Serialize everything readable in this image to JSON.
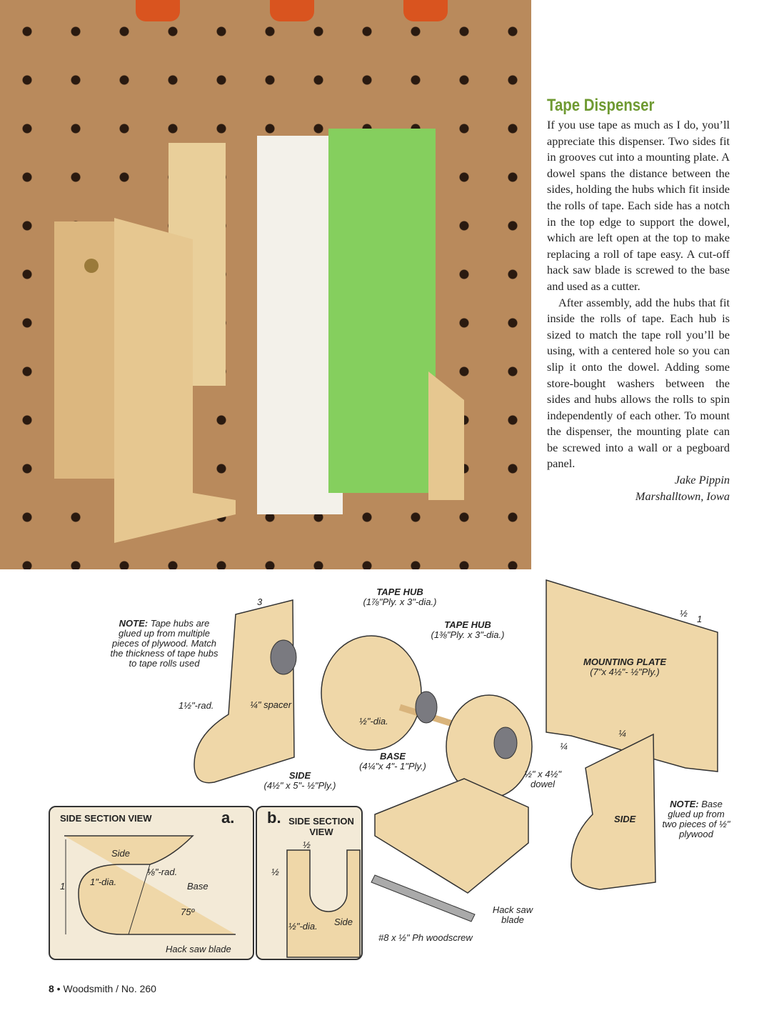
{
  "article": {
    "title": "Tape Dispenser",
    "paragraphs": [
      "If you use tape as much as I do, you’ll appreciate this dispenser. Two sides fit in grooves cut into a mounting plate. A dowel spans the distance between the sides, holding the hubs which fit inside the rolls of tape. Each side has a notch in the top edge to support the dowel, which are left open at the top to make replacing a roll of tape easy. A cut-off hack saw blade is screwed to the base and used as a cutter.",
      "After assembly, add the hubs that fit inside the rolls of tape. Each hub is sized to match the tape roll you’ll be using, with a centered hole so you can slip it onto the dowel. Adding some store-bought washers between the sides and hubs allows the rolls to spin independently of each other. To mount the dispenser, the mounting plate can be screwed into a wall or a pegboard panel."
    ],
    "author": "Jake Pippin",
    "location": "Marshalltown, Iowa"
  },
  "diagram": {
    "note1_head": "NOTE:",
    "note1": "Tape hubs are glued up from multiple pieces of plywood. Match the thickness of tape hubs to tape rolls used",
    "dim3": "3",
    "radius": "1½\"-rad.",
    "spacer": "¼\" spacer",
    "side_head": "SIDE",
    "side_dims": "(4½\" x 5\"- ½\"Ply.)",
    "hub1_head": "TAPE HUB",
    "hub1_dims": "(1⅞\"Ply. x 3\"-dia.)",
    "hub2_head": "TAPE HUB",
    "hub2_dims": "(1⅜\"Ply. x 3\"-dia.)",
    "hole": "½\"-dia.",
    "base_head": "BASE",
    "base_dims": "(4¼\"x 4\"- 1\"Ply.)",
    "dowel": "½\" x 4½\" dowel",
    "plate_head": "MOUNTING PLATE",
    "plate_dims": "(7\"x 4½\"- ½\"Ply.)",
    "dim_half": "½",
    "dim_one": "1",
    "dim_q1": "¼",
    "dim_q2": "¼",
    "side2": "SIDE",
    "note2_head": "NOTE:",
    "note2": "Base glued up from two pieces of ½\" plywood",
    "hacksaw": "Hack saw blade",
    "screw": "#8 x ½\" Ph woodscrew",
    "viewa_title": "SIDE SECTION VIEW",
    "viewa_letter": "a.",
    "a_side": "Side",
    "a_rad": "⅛\"-rad.",
    "a_dia": "1\"-dia.",
    "a_base": "Base",
    "a_one": "1",
    "a_angle": "75º",
    "a_blade": "Hack saw blade",
    "viewb_letter": "b.",
    "viewb_title": "SIDE SECTION VIEW",
    "b_half1": "½",
    "b_half2": "½",
    "b_dia": "½\"-dia.",
    "b_side": "Side"
  },
  "footer": {
    "page": "8",
    "publication": "Woodsmith / No. 260"
  }
}
